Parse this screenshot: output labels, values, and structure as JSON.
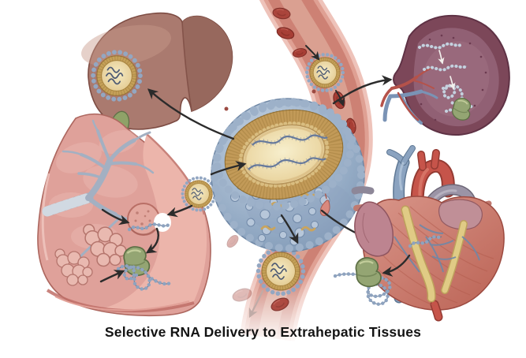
{
  "caption": {
    "text": "Selective RNA Delivery to Extrahepatic Tissues"
  },
  "figure": {
    "type": "medical-illustration",
    "elements": [
      "liver-illustration",
      "gallbladder-icon",
      "lung-illustration",
      "bronchial-tree",
      "alveoli-cluster",
      "kidney-illustration",
      "heart-illustration",
      "blood-vessel-illustration",
      "lipid-nanoparticle-large",
      "lipid-nanoparticle-small",
      "mrna-strand",
      "beaded-rna-strand",
      "ribosome-cell",
      "red-blood-cell",
      "delivery-arrow",
      "flow-arrow"
    ]
  },
  "colors": {
    "background": "#ffffff",
    "caption_text": "#141414",
    "liver": "#aa7a6f",
    "liver_shadow": "#97685d",
    "gallbladder": "#8fa268",
    "lung": "#dfa19a",
    "lung_cut_face": "#ecb5ab",
    "bronchus": "#a3b0c2",
    "vessel_wall": "#eec3ba",
    "vessel_lumen": "#cd8174",
    "red_blood_cell": "#a73e35",
    "nanoparticle_shell": "#93aac4",
    "nanoparticle_bead": "#9db1c9",
    "lipid_ring": "#c29a58",
    "nanoparticle_core": "#eedcae",
    "rna_strand": "#66799c",
    "beaded_rna": "#8ea3bf",
    "kidney": "#7c4759",
    "kidney_inner": "#916074",
    "artery": "#b5524a",
    "vein": "#7a93b5",
    "aorta": "#c6544a",
    "vena_cava": "#8ba3c0",
    "pulmonary_artery": "#9b94a6",
    "epicardial_fat": "#e0cb85",
    "ribosome_cell": "#94a573",
    "arrow": "#2b2b2b"
  }
}
